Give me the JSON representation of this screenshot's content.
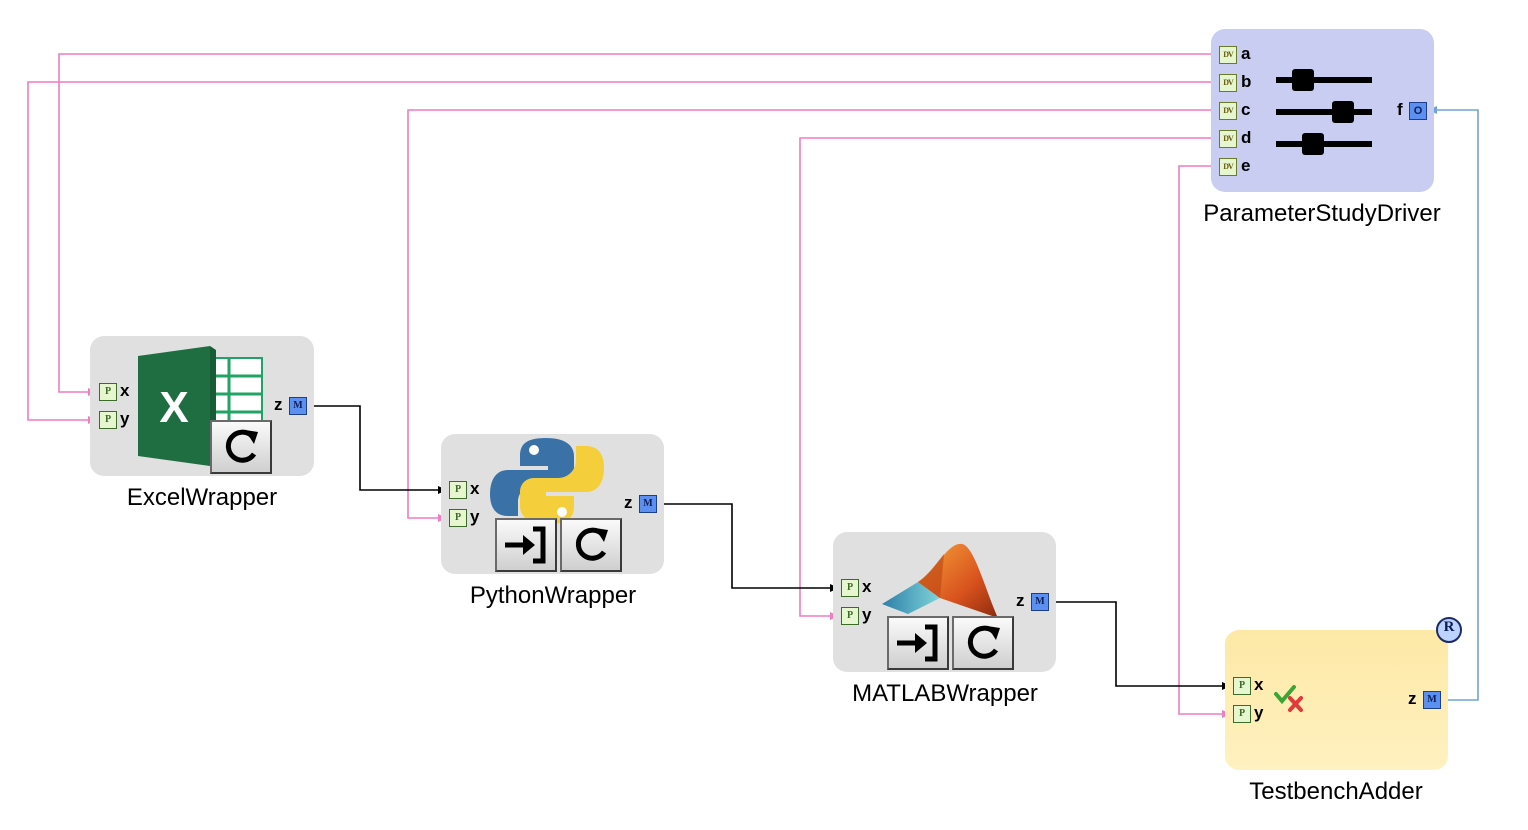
{
  "blocks": {
    "driver": {
      "label": "ParameterStudyDriver",
      "inputs": [
        {
          "name": "a",
          "port_type": "DV"
        },
        {
          "name": "b",
          "port_type": "DV"
        },
        {
          "name": "c",
          "port_type": "DV"
        },
        {
          "name": "d",
          "port_type": "DV"
        },
        {
          "name": "e",
          "port_type": "DV"
        }
      ],
      "output": {
        "name": "f",
        "port_type": "O"
      },
      "icon": "sliders-icon",
      "color": "#c9cdf2"
    },
    "excel": {
      "label": "ExcelWrapper",
      "inputs": [
        {
          "name": "x",
          "port_type": "P"
        },
        {
          "name": "y",
          "port_type": "P"
        }
      ],
      "output": {
        "name": "z",
        "port_type": "M"
      },
      "icons": [
        "excel-logo-icon",
        "refresh-icon"
      ]
    },
    "python": {
      "label": "PythonWrapper",
      "inputs": [
        {
          "name": "x",
          "port_type": "P"
        },
        {
          "name": "y",
          "port_type": "P"
        }
      ],
      "output": {
        "name": "z",
        "port_type": "M"
      },
      "icons": [
        "python-logo-icon",
        "import-icon",
        "refresh-icon"
      ]
    },
    "matlab": {
      "label": "MATLABWrapper",
      "inputs": [
        {
          "name": "x",
          "port_type": "P"
        },
        {
          "name": "y",
          "port_type": "P"
        }
      ],
      "output": {
        "name": "z",
        "port_type": "M"
      },
      "icons": [
        "matlab-logo-icon",
        "import-icon",
        "refresh-icon"
      ]
    },
    "testbench": {
      "label": "TestbenchAdder",
      "inputs": [
        {
          "name": "x",
          "port_type": "P"
        },
        {
          "name": "y",
          "port_type": "P"
        }
      ],
      "output": {
        "name": "z",
        "port_type": "M"
      },
      "badge": "R",
      "icons": [
        "check-cross-icon",
        "registered-badge-icon"
      ],
      "color": "#fde9a6"
    }
  },
  "connections": [
    {
      "from": "ParameterStudyDriver.a",
      "to": "ExcelWrapper.x",
      "color": "#f07cc4"
    },
    {
      "from": "ParameterStudyDriver.b",
      "to": "ExcelWrapper.y",
      "color": "#f07cc4"
    },
    {
      "from": "ParameterStudyDriver.c",
      "to": "PythonWrapper.y",
      "color": "#f07cc4"
    },
    {
      "from": "ParameterStudyDriver.d",
      "to": "MATLABWrapper.y",
      "color": "#f07cc4"
    },
    {
      "from": "ParameterStudyDriver.e",
      "to": "TestbenchAdder.y",
      "color": "#f07cc4"
    },
    {
      "from": "ExcelWrapper.z",
      "to": "PythonWrapper.x",
      "color": "#000000"
    },
    {
      "from": "PythonWrapper.z",
      "to": "MATLABWrapper.x",
      "color": "#000000"
    },
    {
      "from": "MATLABWrapper.z",
      "to": "TestbenchAdder.x",
      "color": "#000000"
    },
    {
      "from": "TestbenchAdder.z",
      "to": "ParameterStudyDriver.f",
      "color": "#6fa3d8"
    }
  ]
}
